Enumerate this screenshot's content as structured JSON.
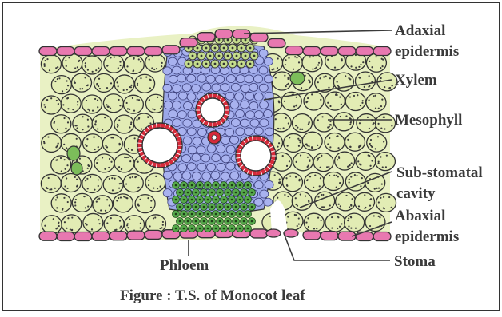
{
  "labels": {
    "adaxial": [
      "Adaxial",
      "epidermis"
    ],
    "xylem": "Xylem",
    "mesophyll": "Mesophyll",
    "substomatal": [
      "Sub-stomatal",
      "cavity"
    ],
    "abaxial": [
      "Abaxial",
      "epidermis"
    ],
    "stoma": "Stoma",
    "phloem": "Phloem"
  },
  "caption": "Figure : T.S. of Monocot leaf",
  "colors": {
    "border": "#333333",
    "epidermis": "#e878b0",
    "mesophyll": "#e2ecb4",
    "chloroplast": "#3a3a3a",
    "bundle_sheath": "#c4dc8c",
    "vascular": "#9ba7e8",
    "xylem_ring": "#d62a3a",
    "phloem": "#55a84a",
    "leader": "#3a3a3a",
    "text": "#3a3a3a"
  }
}
